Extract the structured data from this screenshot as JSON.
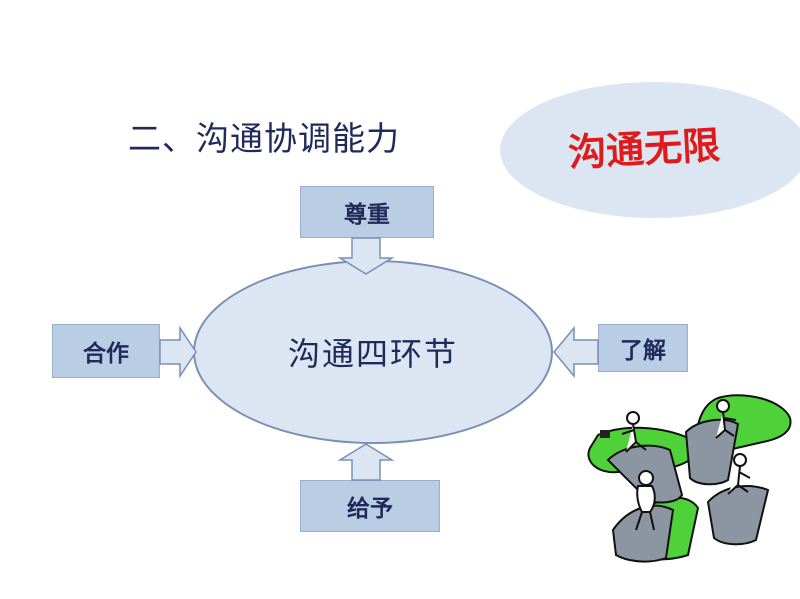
{
  "title": "二、沟通协调能力",
  "badge": {
    "label": "沟通无限"
  },
  "hub": {
    "label": "沟通四环节"
  },
  "nodes": {
    "top": "尊重",
    "left": "合作",
    "right": "了解",
    "bottom": "给予"
  },
  "colors": {
    "box_fill": "#b9cde5",
    "hub_fill": "#dce6f2",
    "text": "#1f2a5a",
    "accent_red": "#e01a1a",
    "grass": "#4fd13a"
  }
}
